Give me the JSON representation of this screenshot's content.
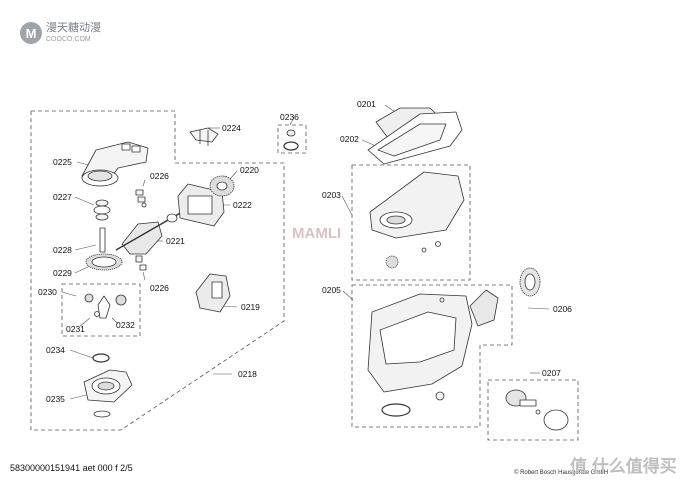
{
  "watermark": {
    "logo_letter": "M",
    "logo_cn": "漫天糖动漫",
    "logo_en": "COOCO.COM",
    "center_brand": "MAMLI",
    "brand_right": "值 什么值得买"
  },
  "footer": {
    "doc_id": "58300000151941 aet 000 f 2/5",
    "copyright": "© Robert Bosch Hausgeräte GmbH"
  },
  "parts": {
    "p0201": "0201",
    "p0202": "0202",
    "p0203": "0203",
    "p0205": "0205",
    "p0206": "0206",
    "p0207": "0207",
    "p0218": "0218",
    "p0219": "0219",
    "p0220": "0220",
    "p0221": "0221",
    "p0222": "0222",
    "p0224": "0224",
    "p0225": "0225",
    "p0226a": "0226",
    "p0226b": "0226",
    "p0227": "0227",
    "p0228": "0228",
    "p0229": "0229",
    "p0230": "0230",
    "p0231": "0231",
    "p0232": "0232",
    "p0234": "0234",
    "p0235": "0235",
    "p0236": "0236"
  }
}
